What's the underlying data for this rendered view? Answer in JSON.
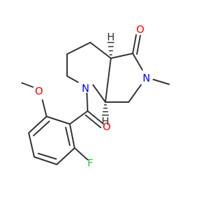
{
  "molecule": {
    "atoms": {
      "oxygen_carbonyl_ring": "O",
      "nitrogen_lactam": "N",
      "methyl_label": "",
      "hydrogen_top": "H",
      "hydrogen_bottom": "H",
      "nitrogen_piperidine": "N",
      "oxygen_acyl": "O",
      "oxygen_methoxy": "O",
      "fluorine": "F"
    },
    "colors": {
      "bond": "#333333",
      "oxygen": "#ff0000",
      "nitrogen": "#0000ff",
      "fluorine": "#33cc33",
      "carbon_hydrogen": "#333333"
    }
  }
}
